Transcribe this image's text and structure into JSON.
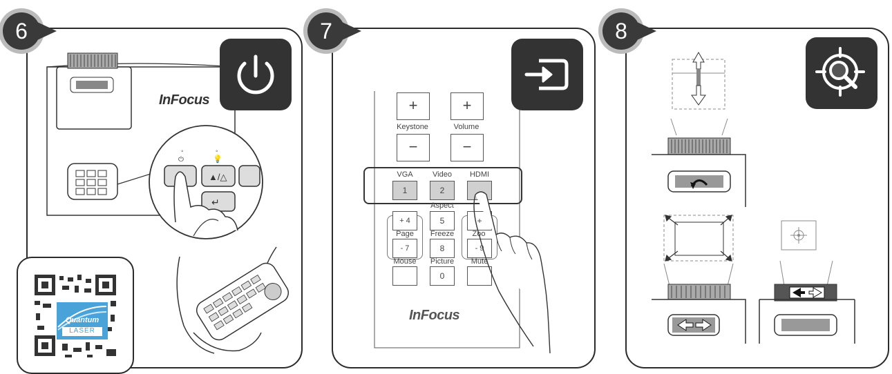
{
  "steps": [
    {
      "number": "6",
      "icon": "power-icon"
    },
    {
      "number": "7",
      "icon": "input-source-icon"
    },
    {
      "number": "8",
      "icon": "focus-zoom-icon"
    }
  ],
  "brand": "InFocus",
  "qr": {
    "line1": "Quantum",
    "line2": "LASER"
  },
  "remote": {
    "keystone": "Keystone",
    "volume": "Volume",
    "plus": "+",
    "minus": "−",
    "vga": "VGA",
    "video": "Video",
    "hdmi": "HDMI",
    "k1": "1",
    "k2": "2",
    "aspect": "Aspect",
    "page_up": "+ 4",
    "k5": "5",
    "zoom_up": "+",
    "page": "Page",
    "freeze": "Freeze",
    "zoom": "Zoo",
    "page_down": "- 7",
    "k8": "8",
    "zoom_down": "- 9",
    "mouse": "Mouse",
    "picture": "Picture",
    "mute": "Mute",
    "k0": "0"
  },
  "colors": {
    "dark": "#333333",
    "highlight": "#d0d0d0",
    "qr_blue": "#4aa3d8"
  }
}
